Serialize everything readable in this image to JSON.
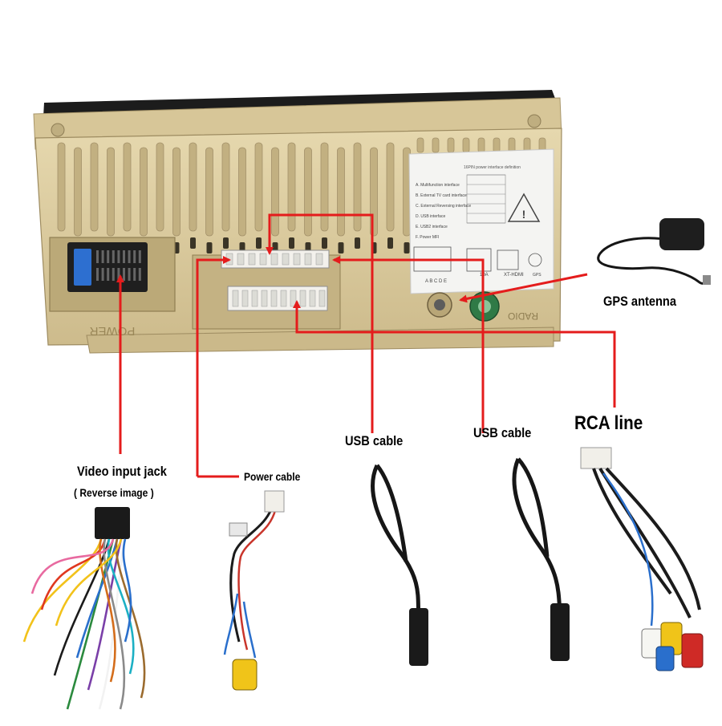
{
  "device": {
    "power_embossed": "POWER",
    "radio_embossed": "RADIO",
    "sticker_title": "16PIN power interface definition",
    "sticker_list": [
      "A. Multifunction interface",
      "B. External TV card interface",
      "C. External Reversing interface",
      "D. USB interface",
      "E. USB2 interface",
      "F. Power MFI"
    ],
    "connector_letters": [
      "A",
      "B",
      "C",
      "D",
      "E"
    ],
    "sticker_codes": [
      "10A",
      "XT-HDMI",
      "GPS"
    ]
  },
  "labels": {
    "gps": "GPS antenna",
    "usb1": "USB cable",
    "usb2": "USB cable",
    "rca": "RCA line",
    "video_jack": "Video input jack",
    "reverse": "( Reverse image )",
    "power": "Power cable"
  },
  "colors": {
    "arrow": "#e41c1c",
    "housing": "#d8c79c",
    "cable": "#161616"
  }
}
